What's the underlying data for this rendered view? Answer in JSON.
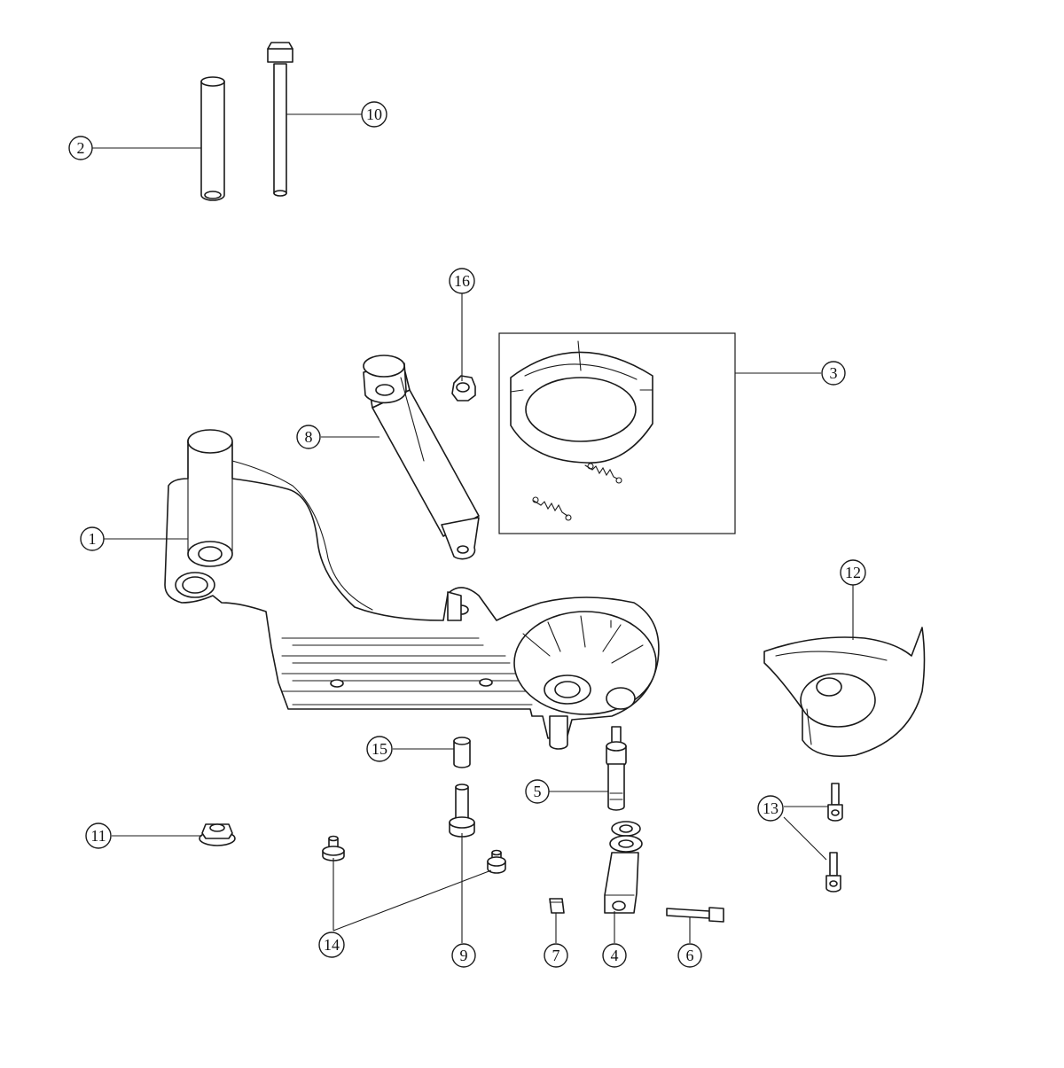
{
  "diagram": {
    "callouts": [
      {
        "id": "c1",
        "label": "1"
      },
      {
        "id": "c2",
        "label": "2"
      },
      {
        "id": "c3",
        "label": "3"
      },
      {
        "id": "c4",
        "label": "4"
      },
      {
        "id": "c5",
        "label": "5"
      },
      {
        "id": "c6",
        "label": "6"
      },
      {
        "id": "c7",
        "label": "7"
      },
      {
        "id": "c8",
        "label": "8"
      },
      {
        "id": "c9",
        "label": "9"
      },
      {
        "id": "c10",
        "label": "10"
      },
      {
        "id": "c11",
        "label": "11"
      },
      {
        "id": "c12",
        "label": "12"
      },
      {
        "id": "c13",
        "label": "13"
      },
      {
        "id": "c14",
        "label": "14"
      },
      {
        "id": "c15",
        "label": "15"
      },
      {
        "id": "c16",
        "label": "16"
      }
    ],
    "colors": {
      "ink": "#1a1a1a",
      "paper": "#ffffff"
    }
  }
}
